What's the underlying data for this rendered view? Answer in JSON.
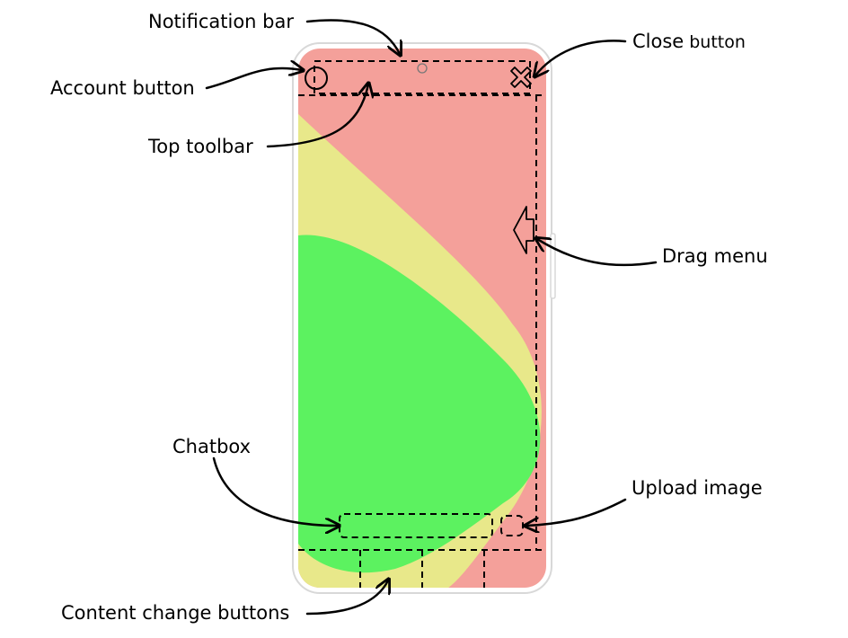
{
  "labels": {
    "notification_bar": "Notification bar",
    "close_main": "Close",
    "close_suffix": "button",
    "account_button": "Account button",
    "top_toolbar": "Top toolbar",
    "drag_menu": "Drag menu",
    "chatbox": "Chatbox",
    "upload_image": "Upload image",
    "content_change_buttons": "Content change buttons"
  },
  "colors": {
    "screen_red": "#f4a09a",
    "blob_yellow": "#e8e88a",
    "blob_green": "#5cf260",
    "phone_frame": "#d8d8d8",
    "ink": "#000000"
  },
  "icons": {
    "account": "circle-icon",
    "close": "x-icon",
    "drag": "left-arrow-icon",
    "camera": "camera-dot-icon"
  }
}
